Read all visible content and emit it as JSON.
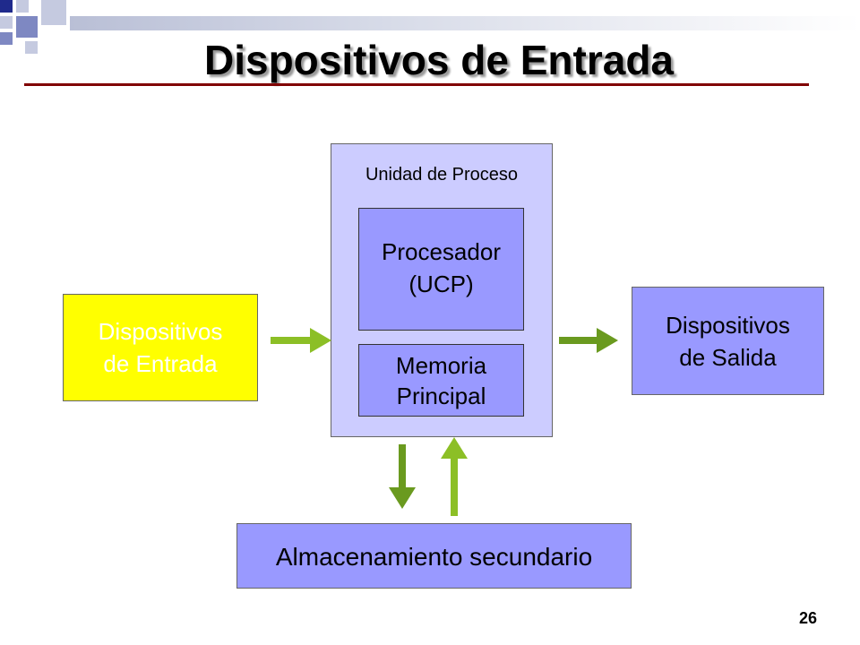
{
  "title": "Dispositivos de Entrada",
  "diagram": {
    "unit_label": "Unidad de Proceso",
    "processor": {
      "line1": "Procesador",
      "line2": "(UCP)"
    },
    "memory": {
      "line1": "Memoria",
      "line2": "Principal"
    },
    "input": {
      "line1": "Dispositivos",
      "line2": "de Entrada"
    },
    "output": {
      "line1": "Dispositivos",
      "line2": "de Salida"
    },
    "storage": "Almacenamiento secundario"
  },
  "page_number": "26",
  "colors": {
    "input_box": "#ffff00",
    "block_fill": "#9999ff",
    "unit_fill": "#ccccff",
    "arrow_light": "#8cbf26",
    "arrow_dark": "#6a9a1f",
    "title_rule": "#800000"
  }
}
